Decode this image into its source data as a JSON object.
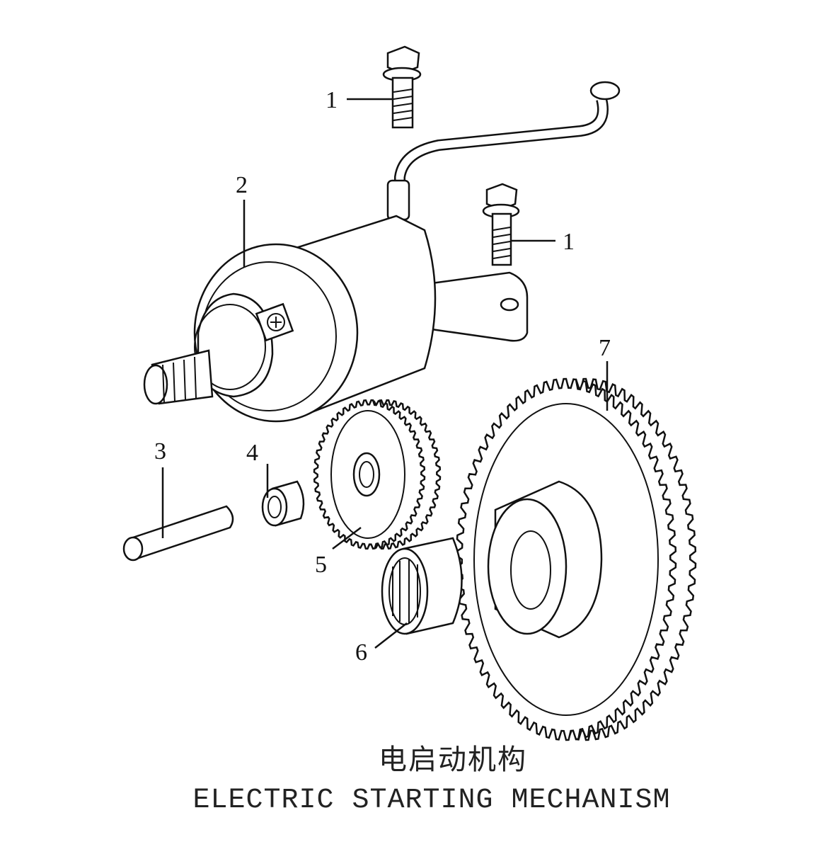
{
  "title_cn": "电启动机构",
  "title_en": "ELECTRIC STARTING MECHANISM",
  "parts": [
    {
      "label": "1",
      "part": "bolt"
    },
    {
      "label": "1",
      "part": "bolt"
    },
    {
      "label": "2",
      "part": "starter-motor"
    },
    {
      "label": "3",
      "part": "shaft"
    },
    {
      "label": "4",
      "part": "bearing"
    },
    {
      "label": "5",
      "part": "idle-gear"
    },
    {
      "label": "6",
      "part": "needle-bearing"
    },
    {
      "label": "7",
      "part": "starter-driven-gear"
    }
  ]
}
